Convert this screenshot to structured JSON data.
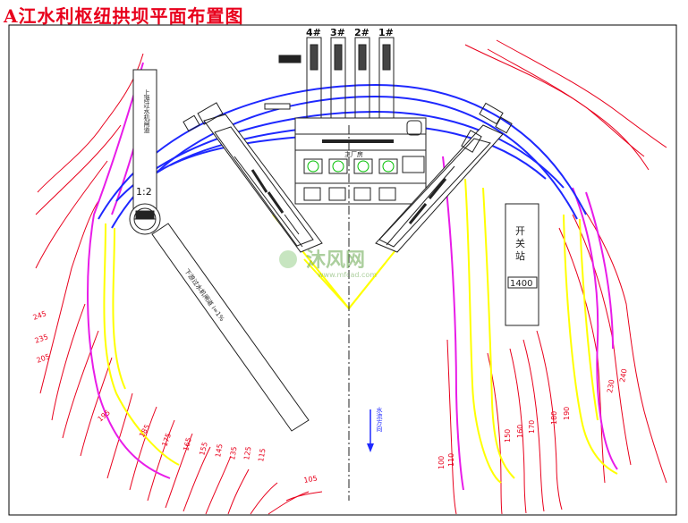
{
  "title": "A江水利枢纽拱坝平面布置图",
  "unit_labels": [
    "4#",
    "3#",
    "2#",
    "1#"
  ],
  "switchyard": {
    "chars": [
      "开",
      "关",
      "站"
    ],
    "elevation": "1400"
  },
  "upstream_shaft": {
    "label": "上游过水机闸道",
    "dim": "1:2"
  },
  "downstream_tunnel": {
    "label": "下游过水机闸道 i=1%"
  },
  "flow_direction": "水流方向",
  "powerhouse_label": "主厂房",
  "contours_left": [
    "245",
    "235",
    "205",
    "195",
    "185",
    "175",
    "165",
    "155",
    "145",
    "135",
    "125",
    "115",
    "105"
  ],
  "contours_bottom_right": [
    "100",
    "110",
    "150",
    "160",
    "170",
    "180",
    "190",
    "230",
    "240"
  ],
  "watermark": {
    "brand": "沐风网",
    "url": "www.mfcad.com"
  },
  "colors": {
    "title": "#e8001c",
    "contour": "#e8001c",
    "arch": "#1e28ff",
    "excavation": "#e81ce8",
    "yellow_line": "#ffff00",
    "green_line": "#00c000",
    "structure": "#222222"
  }
}
